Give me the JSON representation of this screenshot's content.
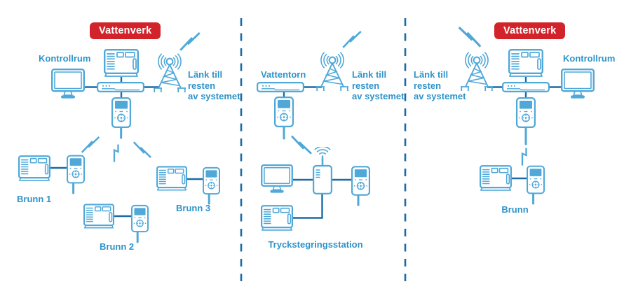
{
  "colors": {
    "icon_blue": "#4FA8D8",
    "connector_blue": "#1C6BA6",
    "text_blue": "#2E93C9",
    "badge_red": "#D2232A",
    "badge_text": "#FFFFFF",
    "bg": "#FFFFFF"
  },
  "icon_legend": {
    "monitor": "monitor-icon",
    "plc": "plc-controller-icon",
    "switchbox": "radio-base-unit-icon",
    "handheld": "radio-modem-icon",
    "tower": "radio-tower-icon",
    "modem": "antenna-modem-icon",
    "bolt": "radio-link-lightning-icon"
  },
  "panels": [
    {
      "badge": "Vattenverk",
      "labels": {
        "control_room": "Kontrollrum",
        "link_lines": [
          "Länk till",
          "resten",
          "av systemet"
        ],
        "wells": [
          "Brunn 1",
          "Brunn 2",
          "Brunn 3"
        ]
      }
    },
    {
      "labels": {
        "water_tower": "Vattentorn",
        "link_lines": [
          "Länk till",
          "resten",
          "av systemet"
        ],
        "station": "Tryckstegringsstation"
      }
    },
    {
      "badge": "Vattenverk",
      "labels": {
        "control_room": "Kontrollrum",
        "link_lines": [
          "Länk till",
          "resten",
          "av systemet"
        ],
        "well": "Brunn"
      }
    }
  ]
}
